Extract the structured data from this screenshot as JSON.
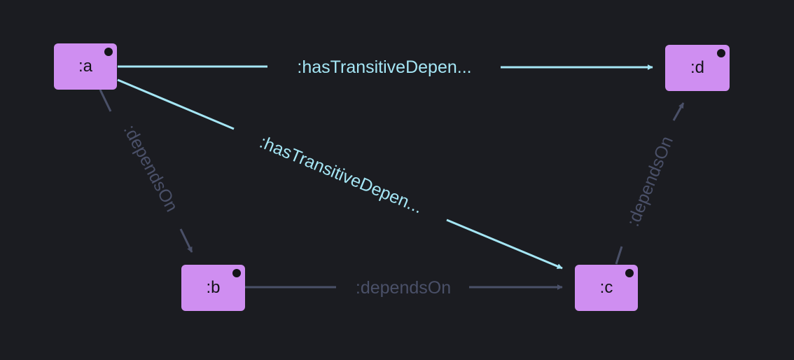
{
  "nodes": {
    "a": {
      "label": ":a"
    },
    "b": {
      "label": ":b"
    },
    "c": {
      "label": ":c"
    },
    "d": {
      "label": ":d"
    }
  },
  "edges": {
    "a_d": {
      "label": ":hasTransitiveDepen..."
    },
    "a_c": {
      "label": ":hasTransitiveDepen..."
    },
    "a_b": {
      "label": ":dependsOn"
    },
    "b_c": {
      "label": ":dependsOn"
    },
    "c_d": {
      "label": ":dependsOn"
    }
  },
  "colors": {
    "background": "#1b1c21",
    "node_fill": "#cf8ef1",
    "transitive_edge": "#a5e6f5",
    "depends_edge": "#4a5068"
  }
}
